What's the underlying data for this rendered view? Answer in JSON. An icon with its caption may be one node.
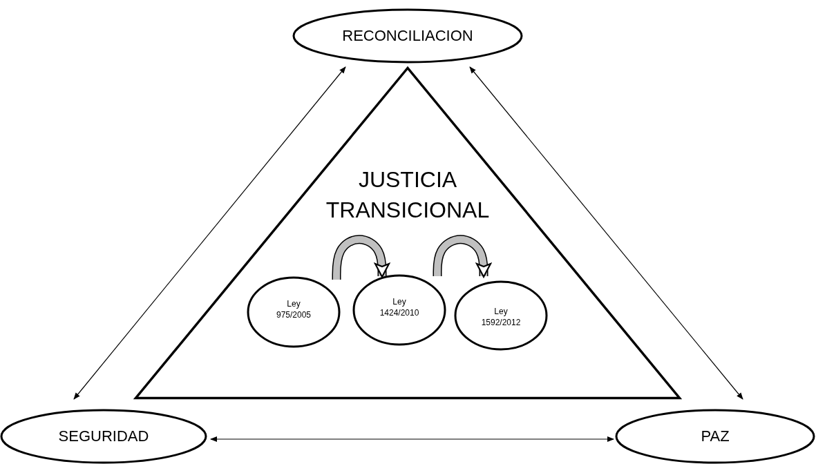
{
  "diagram": {
    "nodes": [
      {
        "text": [
          "RECONCILIACION"
        ]
      },
      {
        "text": [
          "JUSTICIA TRANSICIONAL"
        ]
      },
      {
        "text": [
          "Ley 975/2005"
        ],
        "in": 1
      },
      {
        "text": [
          "Ley 1424/2010"
        ],
        "in": 1
      },
      {
        "text": [
          "Ley 1592/2012"
        ],
        "in": 1
      },
      {
        "text": [
          "SEGURIDAD"
        ]
      },
      {
        "text": [
          "PAZ"
        ]
      }
    ],
    "edges": [
      {
        "from": 0,
        "to": 5,
        "arrow": "both"
      },
      {
        "from": 0,
        "to": 6,
        "arrow": "both"
      },
      {
        "from": 5,
        "to": 6,
        "arrow": "both"
      },
      {
        "from": 2,
        "to": 3,
        "arrow": "to",
        "style": "thick",
        "color": "#c0c0c0"
      },
      {
        "from": 3,
        "to": 4,
        "arrow": "to",
        "style": "thick",
        "color": "#c0c0c0"
      }
    ]
  }
}
